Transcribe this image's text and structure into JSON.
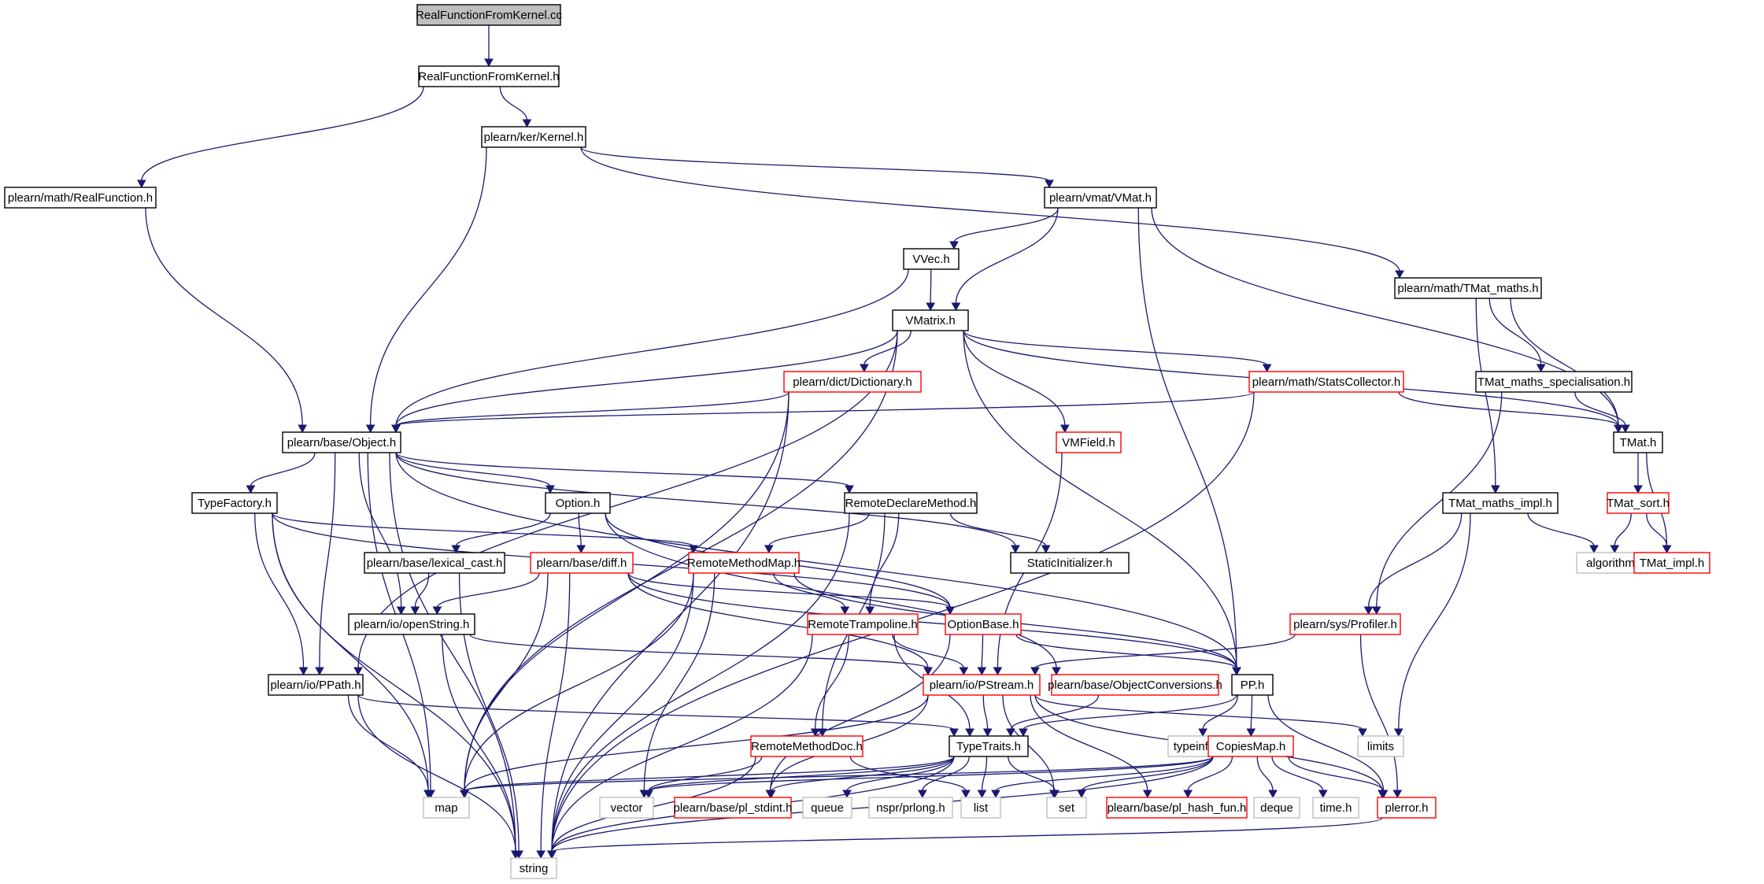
{
  "diagram": {
    "type": "include-dependency-graph",
    "colors": {
      "edge": "#191970",
      "root_fill": "#bfbfbf",
      "normal_border": "#000000",
      "truncated_border": "#ff0000",
      "external_border": "#bfbfbf"
    },
    "nodes": [
      {
        "id": "RealFunctionFromKernel_cc",
        "label": "RealFunctionFromKernel.cc",
        "kind": "root"
      },
      {
        "id": "RealFunctionFromKernel_h",
        "label": "RealFunctionFromKernel.h",
        "kind": "normal"
      },
      {
        "id": "Kernel_h",
        "label": "plearn/ker/Kernel.h",
        "kind": "normal"
      },
      {
        "id": "RealFunction_h",
        "label": "plearn/math/RealFunction.h",
        "kind": "normal"
      },
      {
        "id": "VMat_h",
        "label": "plearn/vmat/VMat.h",
        "kind": "normal"
      },
      {
        "id": "VVec_h",
        "label": "VVec.h",
        "kind": "normal"
      },
      {
        "id": "TMat_maths_h",
        "label": "plearn/math/TMat_maths.h",
        "kind": "normal"
      },
      {
        "id": "VMatrix_h",
        "label": "VMatrix.h",
        "kind": "normal"
      },
      {
        "id": "Dictionary_h",
        "label": "plearn/dict/Dictionary.h",
        "kind": "truncated"
      },
      {
        "id": "StatsCollector_h",
        "label": "plearn/math/StatsCollector.h",
        "kind": "truncated"
      },
      {
        "id": "TMat_maths_specialisation_h",
        "label": "TMat_maths_specialisation.h",
        "kind": "normal"
      },
      {
        "id": "Object_h",
        "label": "plearn/base/Object.h",
        "kind": "normal"
      },
      {
        "id": "VMField_h",
        "label": "VMField.h",
        "kind": "truncated"
      },
      {
        "id": "TMat_h",
        "label": "TMat.h",
        "kind": "normal"
      },
      {
        "id": "TypeFactory_h",
        "label": "TypeFactory.h",
        "kind": "normal"
      },
      {
        "id": "Option_h",
        "label": "Option.h",
        "kind": "normal"
      },
      {
        "id": "RemoteDeclareMethod_h",
        "label": "RemoteDeclareMethod.h",
        "kind": "normal"
      },
      {
        "id": "TMat_maths_impl_h",
        "label": "TMat_maths_impl.h",
        "kind": "normal"
      },
      {
        "id": "TMat_sort_h",
        "label": "TMat_sort.h",
        "kind": "truncated"
      },
      {
        "id": "lexical_cast_h",
        "label": "plearn/base/lexical_cast.h",
        "kind": "normal"
      },
      {
        "id": "diff_h",
        "label": "plearn/base/diff.h",
        "kind": "truncated"
      },
      {
        "id": "RemoteMethodMap_h",
        "label": "RemoteMethodMap.h",
        "kind": "truncated"
      },
      {
        "id": "StaticInitializer_h",
        "label": "StaticInitializer.h",
        "kind": "normal"
      },
      {
        "id": "algorithm",
        "label": "algorithm",
        "kind": "external"
      },
      {
        "id": "TMat_impl_h",
        "label": "TMat_impl.h",
        "kind": "truncated"
      },
      {
        "id": "openString_h",
        "label": "plearn/io/openString.h",
        "kind": "normal"
      },
      {
        "id": "RemoteTrampoline_h",
        "label": "RemoteTrampoline.h",
        "kind": "truncated"
      },
      {
        "id": "OptionBase_h",
        "label": "OptionBase.h",
        "kind": "truncated"
      },
      {
        "id": "Profiler_h",
        "label": "plearn/sys/Profiler.h",
        "kind": "truncated"
      },
      {
        "id": "PPath_h",
        "label": "plearn/io/PPath.h",
        "kind": "normal"
      },
      {
        "id": "PStream_h",
        "label": "plearn/io/PStream.h",
        "kind": "truncated"
      },
      {
        "id": "ObjectConversions_h",
        "label": "plearn/base/ObjectConversions.h",
        "kind": "truncated"
      },
      {
        "id": "PP_h",
        "label": "PP.h",
        "kind": "normal"
      },
      {
        "id": "RemoteMethodDoc_h",
        "label": "RemoteMethodDoc.h",
        "kind": "truncated"
      },
      {
        "id": "TypeTraits_h",
        "label": "TypeTraits.h",
        "kind": "normal"
      },
      {
        "id": "typeinfo",
        "label": "typeinfo",
        "kind": "external"
      },
      {
        "id": "CopiesMap_h",
        "label": "CopiesMap.h",
        "kind": "truncated"
      },
      {
        "id": "limits",
        "label": "limits",
        "kind": "external"
      },
      {
        "id": "map",
        "label": "map",
        "kind": "external"
      },
      {
        "id": "vector",
        "label": "vector",
        "kind": "external"
      },
      {
        "id": "pl_stdint_h",
        "label": "plearn/base/pl_stdint.h",
        "kind": "truncated"
      },
      {
        "id": "queue",
        "label": "queue",
        "kind": "external"
      },
      {
        "id": "prlong_h",
        "label": "nspr/prlong.h",
        "kind": "external"
      },
      {
        "id": "list",
        "label": "list",
        "kind": "external"
      },
      {
        "id": "set",
        "label": "set",
        "kind": "external"
      },
      {
        "id": "pl_hash_fun_h",
        "label": "plearn/base/pl_hash_fun.h",
        "kind": "truncated"
      },
      {
        "id": "deque",
        "label": "deque",
        "kind": "external"
      },
      {
        "id": "time_h",
        "label": "time.h",
        "kind": "external"
      },
      {
        "id": "plerror_h",
        "label": "plerror.h",
        "kind": "truncated"
      },
      {
        "id": "string",
        "label": "string",
        "kind": "external"
      }
    ],
    "edges": [
      [
        "RealFunctionFromKernel_cc",
        "RealFunctionFromKernel_h"
      ],
      [
        "RealFunctionFromKernel_h",
        "Kernel_h"
      ],
      [
        "RealFunctionFromKernel_h",
        "RealFunction_h"
      ],
      [
        "RealFunction_h",
        "Object_h"
      ],
      [
        "Kernel_h",
        "Object_h"
      ],
      [
        "Kernel_h",
        "VMat_h"
      ],
      [
        "Kernel_h",
        "TMat_maths_h"
      ],
      [
        "VMat_h",
        "VVec_h"
      ],
      [
        "VMat_h",
        "VMatrix_h"
      ],
      [
        "VMat_h",
        "TMat_h"
      ],
      [
        "VMat_h",
        "PP_h"
      ],
      [
        "VVec_h",
        "VMatrix_h"
      ],
      [
        "VVec_h",
        "Object_h"
      ],
      [
        "TMat_maths_h",
        "TMat_maths_specialisation_h"
      ],
      [
        "TMat_maths_h",
        "TMat_h"
      ],
      [
        "TMat_maths_h",
        "TMat_maths_impl_h"
      ],
      [
        "TMat_maths_specialisation_h",
        "TMat_h"
      ],
      [
        "TMat_maths_specialisation_h",
        "Profiler_h"
      ],
      [
        "VMatrix_h",
        "Dictionary_h"
      ],
      [
        "VMatrix_h",
        "StatsCollector_h"
      ],
      [
        "VMatrix_h",
        "Object_h"
      ],
      [
        "VMatrix_h",
        "VMField_h"
      ],
      [
        "VMatrix_h",
        "TMat_h"
      ],
      [
        "VMatrix_h",
        "PP_h"
      ],
      [
        "VMatrix_h",
        "PPath_h"
      ],
      [
        "VMatrix_h",
        "map"
      ],
      [
        "Dictionary_h",
        "Object_h"
      ],
      [
        "Dictionary_h",
        "map"
      ],
      [
        "Dictionary_h",
        "string"
      ],
      [
        "StatsCollector_h",
        "Object_h"
      ],
      [
        "StatsCollector_h",
        "TMat_h"
      ],
      [
        "StatsCollector_h",
        "string"
      ],
      [
        "VMField_h",
        "PStream_h"
      ],
      [
        "TMat_h",
        "TMat_sort_h"
      ],
      [
        "TMat_h",
        "TMat_impl_h"
      ],
      [
        "TMat_sort_h",
        "algorithm"
      ],
      [
        "TMat_sort_h",
        "TMat_impl_h"
      ],
      [
        "TMat_maths_impl_h",
        "algorithm"
      ],
      [
        "TMat_maths_impl_h",
        "Profiler_h"
      ],
      [
        "TMat_maths_impl_h",
        "limits"
      ],
      [
        "Object_h",
        "TypeFactory_h"
      ],
      [
        "Object_h",
        "Option_h"
      ],
      [
        "Object_h",
        "RemoteDeclareMethod_h"
      ],
      [
        "Object_h",
        "StaticInitializer_h"
      ],
      [
        "Object_h",
        "PP_h"
      ],
      [
        "Object_h",
        "PPath_h"
      ],
      [
        "Object_h",
        "openString_h"
      ],
      [
        "Object_h",
        "map"
      ],
      [
        "Object_h",
        "string"
      ],
      [
        "TypeFactory_h",
        "RemoteMethodMap_h"
      ],
      [
        "TypeFactory_h",
        "OptionBase_h"
      ],
      [
        "TypeFactory_h",
        "PPath_h"
      ],
      [
        "TypeFactory_h",
        "map"
      ],
      [
        "TypeFactory_h",
        "string"
      ],
      [
        "Option_h",
        "lexical_cast_h"
      ],
      [
        "Option_h",
        "diff_h"
      ],
      [
        "Option_h",
        "OptionBase_h"
      ],
      [
        "Option_h",
        "ObjectConversions_h"
      ],
      [
        "RemoteDeclareMethod_h",
        "RemoteMethodMap_h"
      ],
      [
        "RemoteDeclareMethod_h",
        "StaticInitializer_h"
      ],
      [
        "RemoteDeclareMethod_h",
        "RemoteTrampoline_h"
      ],
      [
        "RemoteDeclareMethod_h",
        "RemoteMethodDoc_h"
      ],
      [
        "RemoteDeclareMethod_h",
        "string"
      ],
      [
        "lexical_cast_h",
        "openString_h"
      ],
      [
        "lexical_cast_h",
        "string"
      ],
      [
        "diff_h",
        "openString_h"
      ],
      [
        "diff_h",
        "OptionBase_h"
      ],
      [
        "diff_h",
        "PStream_h"
      ],
      [
        "diff_h",
        "PP_h"
      ],
      [
        "diff_h",
        "map"
      ],
      [
        "diff_h",
        "string"
      ],
      [
        "RemoteMethodMap_h",
        "RemoteTrampoline_h"
      ],
      [
        "RemoteMethodMap_h",
        "PP_h"
      ],
      [
        "RemoteMethodMap_h",
        "map"
      ],
      [
        "RemoteMethodMap_h",
        "string"
      ],
      [
        "RemoteMethodMap_h",
        "vector"
      ],
      [
        "openString_h",
        "PStream_h"
      ],
      [
        "openString_h",
        "string"
      ],
      [
        "RemoteTrampoline_h",
        "PStream_h"
      ],
      [
        "RemoteTrampoline_h",
        "RemoteMethodDoc_h"
      ],
      [
        "RemoteTrampoline_h",
        "TypeTraits_h"
      ],
      [
        "RemoteTrampoline_h",
        "string"
      ],
      [
        "OptionBase_h",
        "PStream_h"
      ],
      [
        "OptionBase_h",
        "PP_h"
      ],
      [
        "OptionBase_h",
        "pl_stdint_h"
      ],
      [
        "Profiler_h",
        "PStream_h"
      ],
      [
        "Profiler_h",
        "plerror_h"
      ],
      [
        "PPath_h",
        "TypeTraits_h"
      ],
      [
        "PPath_h",
        "map"
      ],
      [
        "PPath_h",
        "string"
      ],
      [
        "PStream_h",
        "TypeTraits_h"
      ],
      [
        "PStream_h",
        "pl_stdint_h"
      ],
      [
        "PStream_h",
        "map"
      ],
      [
        "PStream_h",
        "set"
      ],
      [
        "PStream_h",
        "limits"
      ],
      [
        "PStream_h",
        "pl_hash_fun_h"
      ],
      [
        "PStream_h",
        "plerror_h"
      ],
      [
        "ObjectConversions_h",
        "TypeTraits_h"
      ],
      [
        "PP_h",
        "TypeTraits_h"
      ],
      [
        "PP_h",
        "typeinfo"
      ],
      [
        "PP_h",
        "CopiesMap_h"
      ],
      [
        "PP_h",
        "plerror_h"
      ],
      [
        "RemoteMethodDoc_h",
        "list"
      ],
      [
        "RemoteMethodDoc_h",
        "vector"
      ],
      [
        "RemoteMethodDoc_h",
        "string"
      ],
      [
        "TypeTraits_h",
        "map"
      ],
      [
        "TypeTraits_h",
        "vector"
      ],
      [
        "TypeTraits_h",
        "pl_stdint_h"
      ],
      [
        "TypeTraits_h",
        "queue"
      ],
      [
        "TypeTraits_h",
        "prlong_h"
      ],
      [
        "TypeTraits_h",
        "list"
      ],
      [
        "TypeTraits_h",
        "set"
      ],
      [
        "TypeTraits_h",
        "string"
      ],
      [
        "CopiesMap_h",
        "map"
      ],
      [
        "CopiesMap_h",
        "vector"
      ],
      [
        "CopiesMap_h",
        "list"
      ],
      [
        "CopiesMap_h",
        "set"
      ],
      [
        "CopiesMap_h",
        "pl_hash_fun_h"
      ],
      [
        "CopiesMap_h",
        "deque"
      ],
      [
        "CopiesMap_h",
        "time_h"
      ],
      [
        "CopiesMap_h",
        "plerror_h"
      ],
      [
        "CopiesMap_h",
        "string"
      ],
      [
        "plerror_h",
        "string"
      ]
    ]
  }
}
